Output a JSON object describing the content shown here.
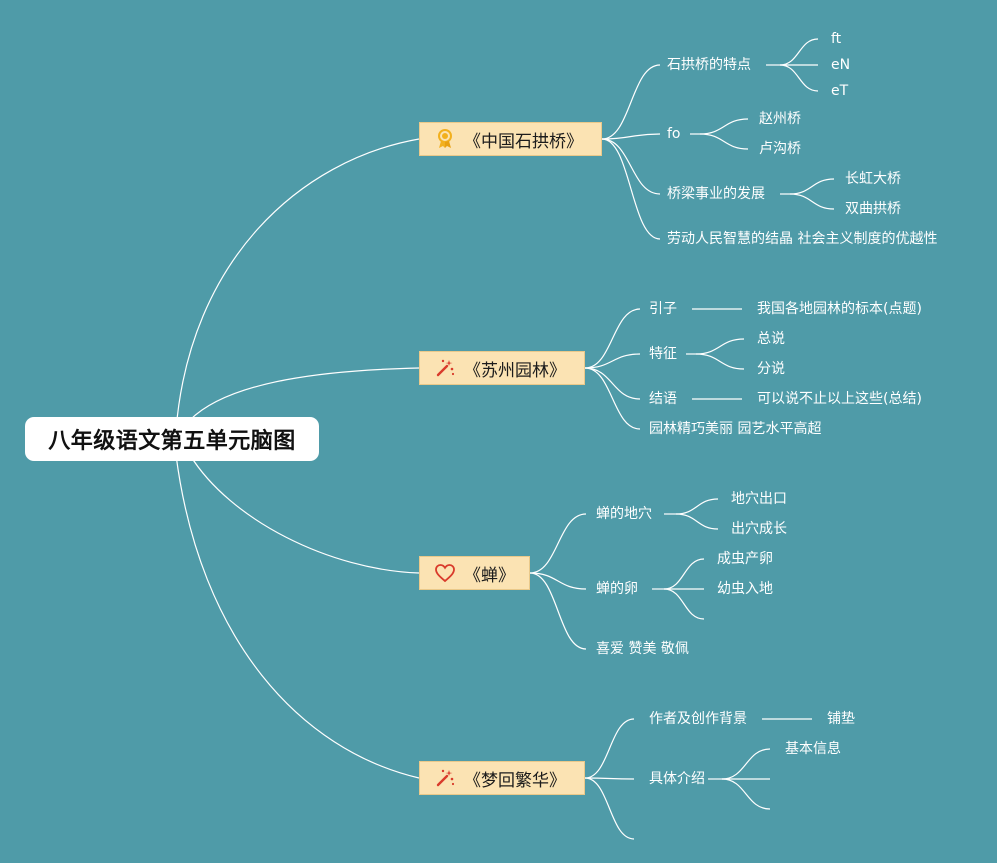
{
  "root": {
    "title": "八年级语文第五单元脑图"
  },
  "topics": [
    {
      "title": "《中国石拱桥》",
      "icon": "award-ribbon-icon",
      "branches": [
        {
          "label": "石拱桥的特点",
          "children": [
            "ft",
            "eN",
            "eT"
          ]
        },
        {
          "label": "fo",
          "children": [
            "赵州桥",
            "卢沟桥"
          ]
        },
        {
          "label": "桥梁事业的发展",
          "children": [
            "长虹大桥",
            "双曲拱桥"
          ]
        },
        {
          "label": "劳动人民智慧的结晶 社会主义制度的优越性",
          "children": []
        }
      ]
    },
    {
      "title": "《苏州园林》",
      "icon": "magic-wand-icon",
      "branches": [
        {
          "label": "引子",
          "children": [
            "我国各地园林的标本(点题)"
          ]
        },
        {
          "label": "特征",
          "children": [
            "总说",
            "分说"
          ]
        },
        {
          "label": "结语",
          "children": [
            "可以说不止以上这些(总结)"
          ]
        },
        {
          "label": "园林精巧美丽 园艺水平高超",
          "children": []
        }
      ]
    },
    {
      "title": "《蝉》",
      "icon": "heart-icon",
      "branches": [
        {
          "label": "蝉的地穴",
          "children": [
            "地穴出口",
            "出穴成长"
          ]
        },
        {
          "label": "蝉的卵",
          "children": [
            "成虫产卵",
            "幼虫入地",
            ""
          ]
        },
        {
          "label": "喜爱 赞美 敬佩",
          "children": []
        }
      ]
    },
    {
      "title": "《梦回繁华》",
      "icon": "magic-wand-icon",
      "branches": [
        {
          "label": "作者及创作背景",
          "children": [
            "铺垫"
          ]
        },
        {
          "label": "具体介绍",
          "children": [
            "基本信息",
            "",
            ""
          ]
        },
        {
          "label": "",
          "children": []
        }
      ]
    }
  ],
  "colors": {
    "background": "#4f9ba8",
    "topic_fill": "#fbe3b3",
    "line": "#ffffff",
    "icon_gold": "#f2b01e",
    "icon_red": "#d93b2b"
  }
}
